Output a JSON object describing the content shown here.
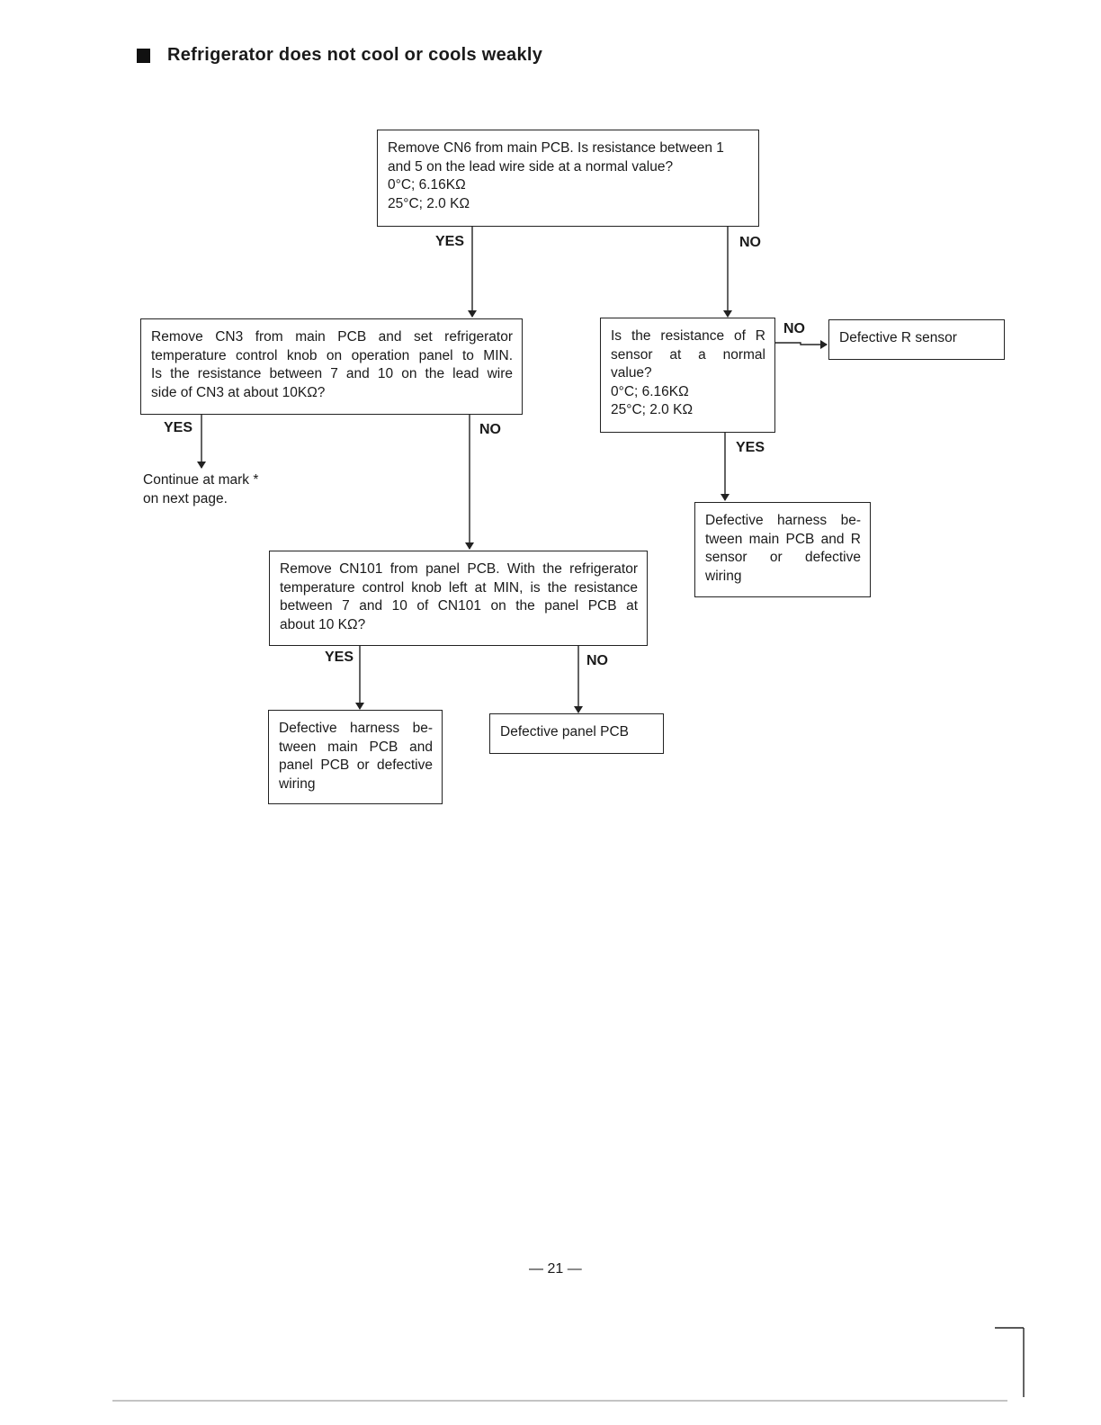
{
  "title": "Refrigerator does not cool or cools weakly",
  "colors": {
    "ink": "#222222",
    "background": "#ffffff"
  },
  "nodes": {
    "q_cn6": {
      "lines": [
        "Remove CN6 from main PCB. Is resistance between 1",
        "and 5 on the lead wire side at a normal value?",
        "0°C; 6.16KΩ",
        "25°C; 2.0 KΩ"
      ]
    },
    "q_cn3": {
      "lines": [
        "Remove CN3 from main PCB and set refrigerator",
        "temperature control knob on operation panel to MIN.",
        "Is the resistance between 7 and 10 on the lead wire",
        "side of CN3 at about 10KΩ?"
      ]
    },
    "q_r_sensor": {
      "lines": [
        "Is the resistance of R",
        "sensor at a normal",
        "value?",
        "0°C; 6.16KΩ",
        "25°C; 2.0 KΩ"
      ]
    },
    "r_defective_r_sensor": {
      "lines": [
        "Defective R sensor"
      ]
    },
    "r_harness_main_r": {
      "lines": [
        "Defective harness be-",
        "tween main PCB and R",
        "sensor or defective",
        "wiring"
      ]
    },
    "q_cn101": {
      "lines": [
        "Remove CN101 from panel PCB. With the refrigerator",
        "temperature control knob left at MIN, is the resistance",
        "between 7 and 10 of CN101 on the panel PCB at",
        "about 10 KΩ?"
      ]
    },
    "r_harness_main_panel": {
      "lines": [
        "Defective harness be-",
        "tween main PCB and",
        "panel PCB or defective",
        "wiring"
      ]
    },
    "r_defective_panel": {
      "lines": [
        "Defective panel PCB"
      ]
    },
    "continue_note": {
      "lines": [
        "Continue at mark *",
        "on next page."
      ]
    }
  },
  "labels": {
    "yes": "YES",
    "no": "NO"
  },
  "page_number": "— 21 —"
}
